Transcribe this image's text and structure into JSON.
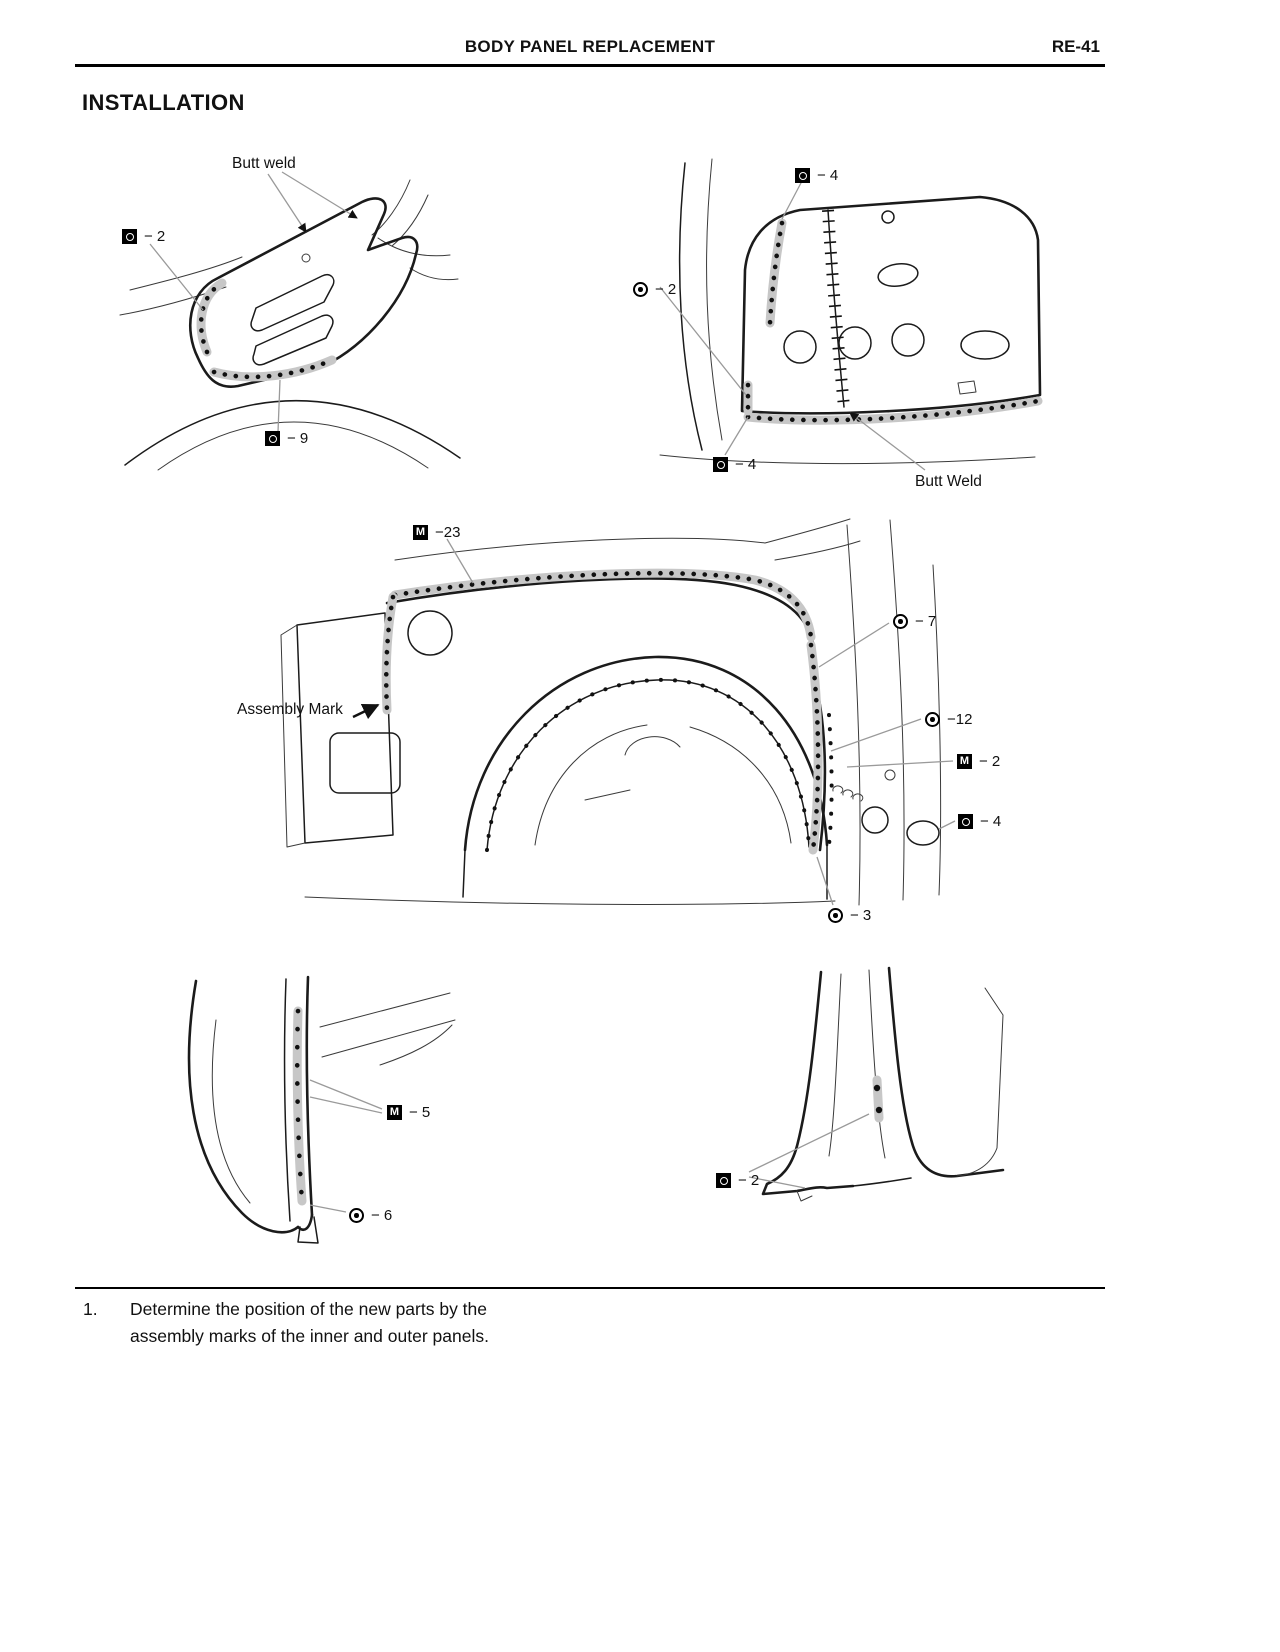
{
  "header": {
    "title": "BODY PANEL REPLACEMENT",
    "page_number": "RE-41"
  },
  "section_title": "INSTALLATION",
  "symbols": {
    "mig_letter": "M"
  },
  "diagram_cowl_side": {
    "butt_weld_label": "Butt weld",
    "spot_weld_2": "− 2",
    "spot_weld_9": "− 9"
  },
  "diagram_quarter_inner": {
    "spot_weld_4_top": "− 4",
    "plug_weld_2": "− 2",
    "spot_weld_4_bottom": "− 4",
    "butt_weld_label": "Butt Weld"
  },
  "diagram_fender_apron": {
    "mig_23": "−23",
    "plug_7": "− 7",
    "plug_12": "−12",
    "mig_2": "− 2",
    "spot_4": "− 4",
    "plug_3": "− 3",
    "assembly_mark_label": "Assembly Mark"
  },
  "diagram_front_pillar": {
    "mig_5": "− 5",
    "plug_6": "− 6"
  },
  "diagram_center_pillar": {
    "spot_2": "− 2"
  },
  "footer": {
    "item_number": "1.",
    "line1": "Determine the position of the new parts by the",
    "line2": "assembly marks of the inner and outer panels."
  }
}
